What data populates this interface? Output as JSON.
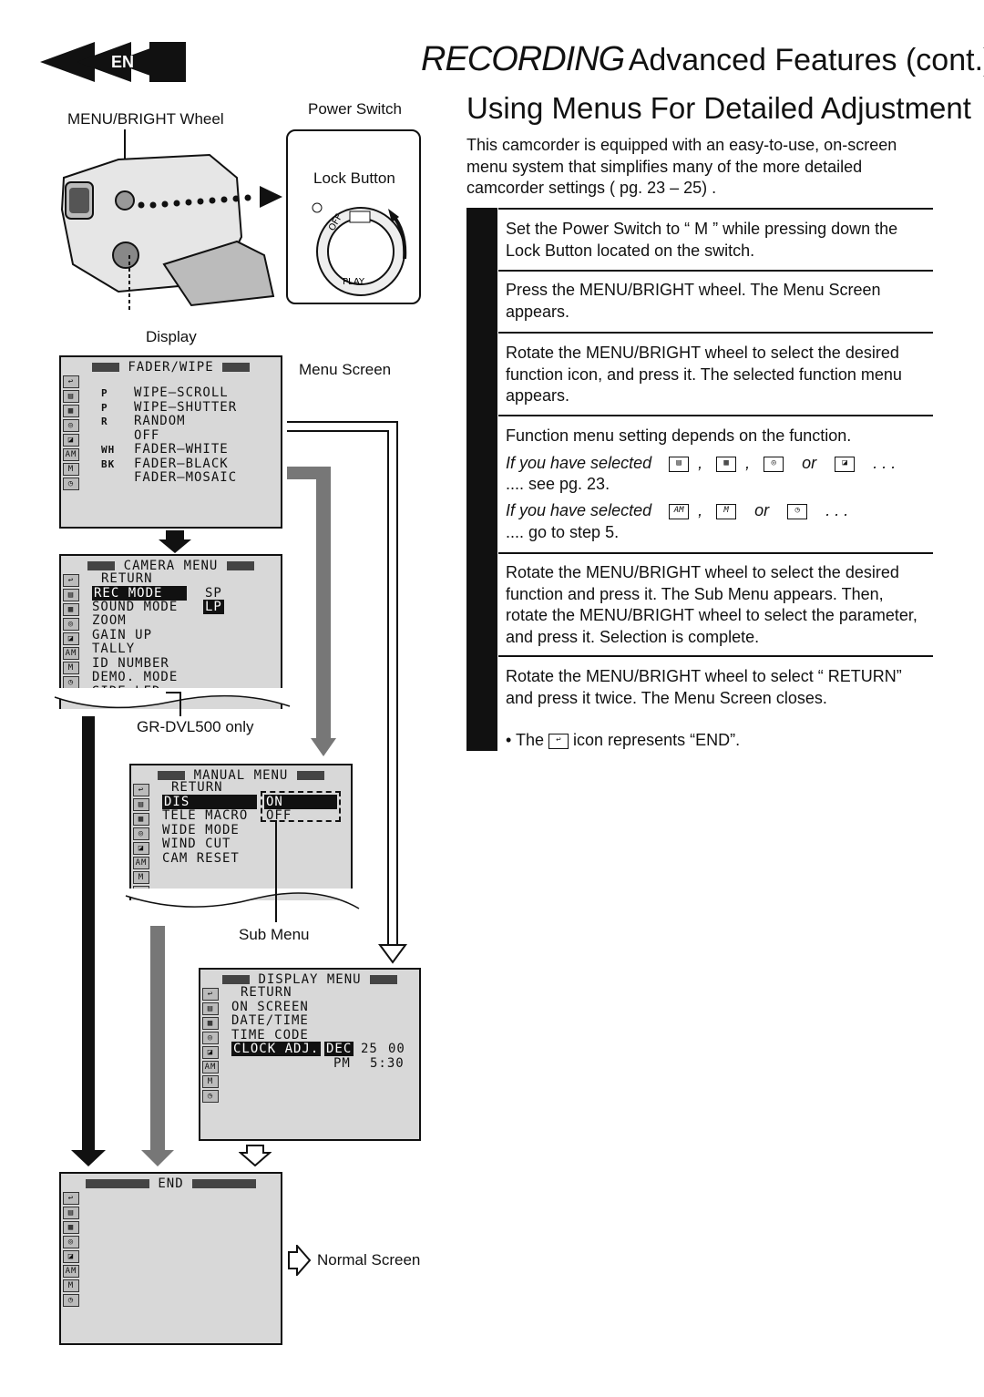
{
  "header": {
    "lang_tag": "EN",
    "title_italic": "RECORDING",
    "title_rest": "Advanced Features (cont.)"
  },
  "section_title": "Using Menus For Detailed Adjustment",
  "intro": "This camcorder is equipped with an easy-to-use, on-screen menu system that simplifies many of the more detailed camcorder settings (    pg. 23 – 25) .",
  "figure": {
    "menu_bright_wheel": "MENU/BRIGHT Wheel",
    "power_switch": "Power Switch",
    "lock_button": "Lock Button",
    "display": "Display",
    "menu_screen": "Menu Screen",
    "gr_only": "GR-DVL500 only",
    "sub_menu": "Sub Menu",
    "normal_screen": "Normal Screen"
  },
  "fader_menu": {
    "title": "FADER/WIPE",
    "items": [
      {
        "icon": "P",
        "text": "WIPE—SCROLL"
      },
      {
        "icon": "P",
        "text": "WIPE—SHUTTER"
      },
      {
        "icon": "R",
        "text": "RANDOM"
      },
      {
        "icon": "",
        "text": "OFF"
      },
      {
        "icon": "WH",
        "text": "FADER—WHITE"
      },
      {
        "icon": "BK",
        "text": "FADER—BLACK"
      },
      {
        "icon": "",
        "text": "FADER—MOSAIC"
      }
    ]
  },
  "camera_menu": {
    "title": "CAMERA  MENU",
    "items": [
      "RETURN",
      "REC MODE",
      "SOUND MODE",
      "ZOOM",
      "GAIN UP",
      "TALLY",
      "ID NUMBER",
      "DEMO. MODE",
      "SIDE LED"
    ],
    "values": {
      "rec": "SP",
      "sound": "LP"
    }
  },
  "manual_menu": {
    "title": "MANUAL  MENU",
    "items": [
      "RETURN",
      "DIS",
      "TELE MACRO",
      "WIDE MODE",
      "WIND CUT",
      "CAM RESET"
    ],
    "values": {
      "dis": "ON",
      "tele": "OFF"
    }
  },
  "display_menu": {
    "title": "DISPLAY  MENU",
    "items": [
      "RETURN",
      "ON SCREEN",
      "DATE/TIME",
      "TIME CODE",
      "CLOCK ADJ."
    ],
    "clock": {
      "month": "DEC",
      "day": "25",
      "year": "00",
      "ampm": "PM",
      "time": "5:30"
    }
  },
  "end_menu": {
    "title": "END"
  },
  "steps": {
    "s1": "Set the Power Switch to “ M ” while pressing down the Lock Button located on the switch.",
    "s2": "Press the MENU/BRIGHT wheel. The Menu Screen appears.",
    "s3": "Rotate the MENU/BRIGHT wheel to select the desired function icon, and press it. The selected function menu appears.",
    "s4_main": "Function menu setting depends on the function.",
    "s4_a": "If you have selected",
    "s4_a_tail": ".... see pg. 23.",
    "s4_b": "If you have selected",
    "s4_b_tail": ".... go to step 5.",
    "or": "or",
    "dots": ". . .",
    "s5": "Rotate the MENU/BRIGHT wheel to select the desired function and press it. The Sub Menu appears. Then, rotate the MENU/BRIGHT wheel to select the parameter, and press it. Selection is complete.",
    "s6": "Rotate the MENU/BRIGHT wheel to select “    RETURN” and press it twice. The Menu Screen closes.",
    "s6_note_a": "• The",
    "s6_note_b": "icon represents “END”."
  }
}
